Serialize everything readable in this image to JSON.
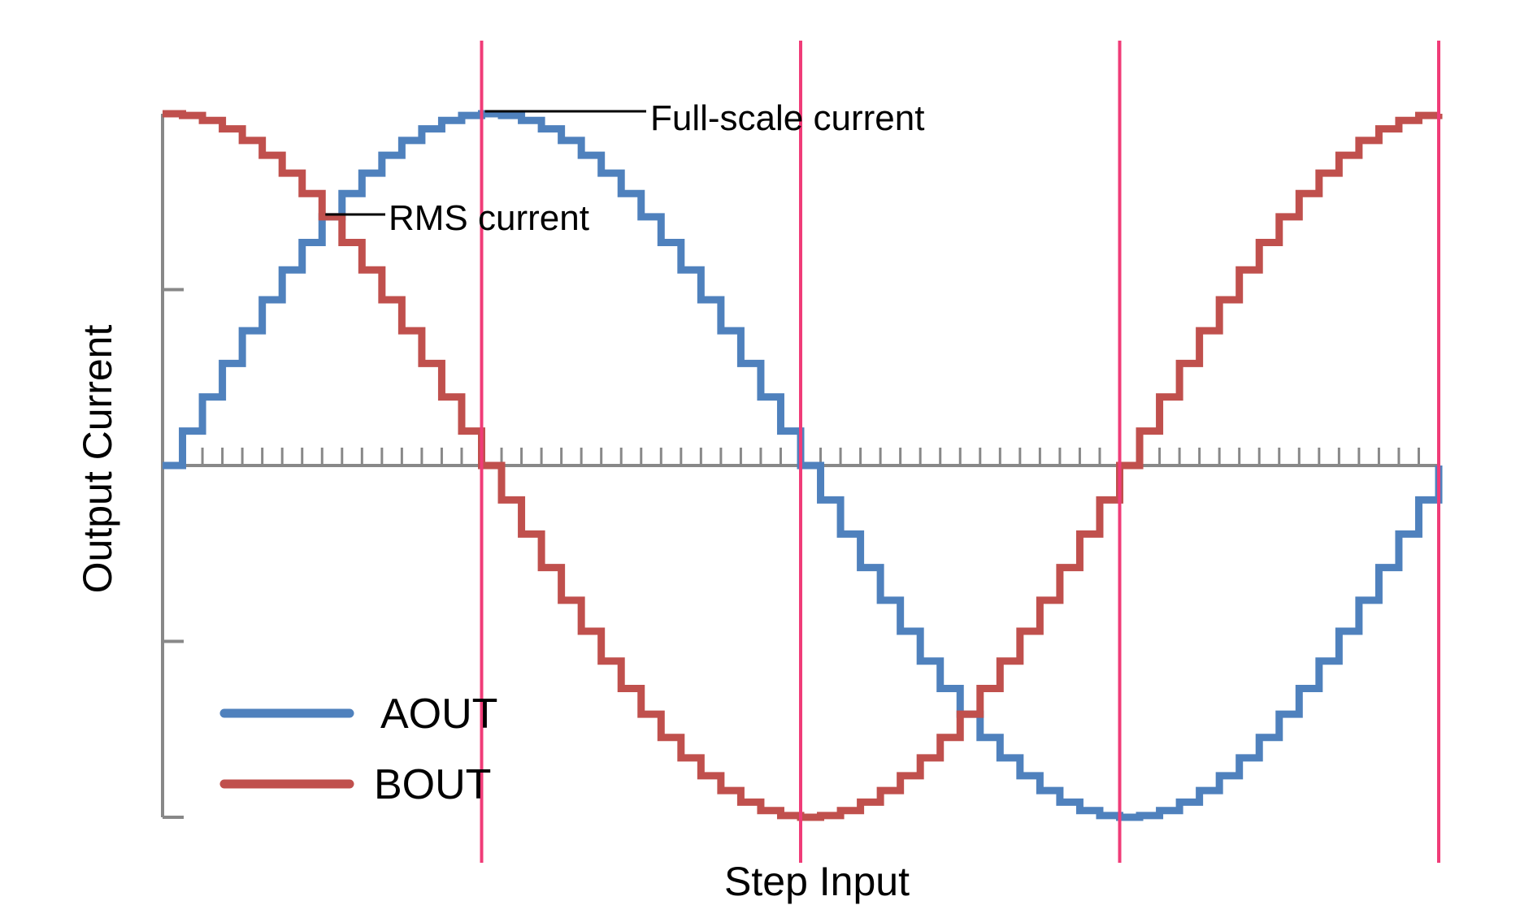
{
  "chart_data": {
    "type": "line",
    "xlabel": "Step Input",
    "ylabel": "Output Current",
    "x_range": [
      0,
      64
    ],
    "ylim": [
      -1,
      1
    ],
    "ticks_per_quarter": 16,
    "series": [
      {
        "name": "AOUT",
        "color": "#4f81bd",
        "values": [
          0,
          0.098,
          0.195,
          0.29,
          0.383,
          0.471,
          0.556,
          0.634,
          0.707,
          0.773,
          0.831,
          0.882,
          0.924,
          0.957,
          0.981,
          0.995,
          1,
          0.995,
          0.981,
          0.957,
          0.924,
          0.882,
          0.831,
          0.773,
          0.707,
          0.634,
          0.556,
          0.471,
          0.383,
          0.29,
          0.195,
          0.098,
          0,
          -0.098,
          -0.195,
          -0.29,
          -0.383,
          -0.471,
          -0.556,
          -0.634,
          -0.707,
          -0.773,
          -0.831,
          -0.882,
          -0.924,
          -0.957,
          -0.981,
          -0.995,
          -1,
          -0.995,
          -0.981,
          -0.957,
          -0.924,
          -0.882,
          -0.831,
          -0.773,
          -0.707,
          -0.634,
          -0.556,
          -0.471,
          -0.383,
          -0.29,
          -0.195,
          -0.098,
          0
        ]
      },
      {
        "name": "BOUT",
        "color": "#c0504d",
        "values": [
          1,
          0.995,
          0.981,
          0.957,
          0.924,
          0.882,
          0.831,
          0.773,
          0.707,
          0.634,
          0.556,
          0.471,
          0.383,
          0.29,
          0.195,
          0.098,
          0,
          -0.098,
          -0.195,
          -0.29,
          -0.383,
          -0.471,
          -0.556,
          -0.634,
          -0.707,
          -0.773,
          -0.831,
          -0.882,
          -0.924,
          -0.957,
          -0.981,
          -0.995,
          -1,
          -0.995,
          -0.981,
          -0.957,
          -0.924,
          -0.882,
          -0.831,
          -0.773,
          -0.707,
          -0.634,
          -0.556,
          -0.471,
          -0.383,
          -0.29,
          -0.195,
          -0.098,
          0,
          0.098,
          0.195,
          0.29,
          0.383,
          0.471,
          0.556,
          0.634,
          0.707,
          0.773,
          0.831,
          0.882,
          0.924,
          0.957,
          0.981,
          0.995,
          1
        ]
      }
    ],
    "y_ticks": [
      -1,
      -0.5,
      0,
      0.5,
      1
    ],
    "vertical_markers": {
      "color": "#f03c78",
      "x": [
        16,
        32,
        48,
        64
      ]
    },
    "annotations": [
      {
        "text": "Full-scale current",
        "x": 16,
        "y": 1
      },
      {
        "text": "RMS current",
        "x": 8,
        "y": 0.707
      }
    ],
    "legend": {
      "position": "bottom-left",
      "entries": [
        "AOUT",
        "BOUT"
      ]
    },
    "axis_color": "#888888",
    "grid": false
  }
}
